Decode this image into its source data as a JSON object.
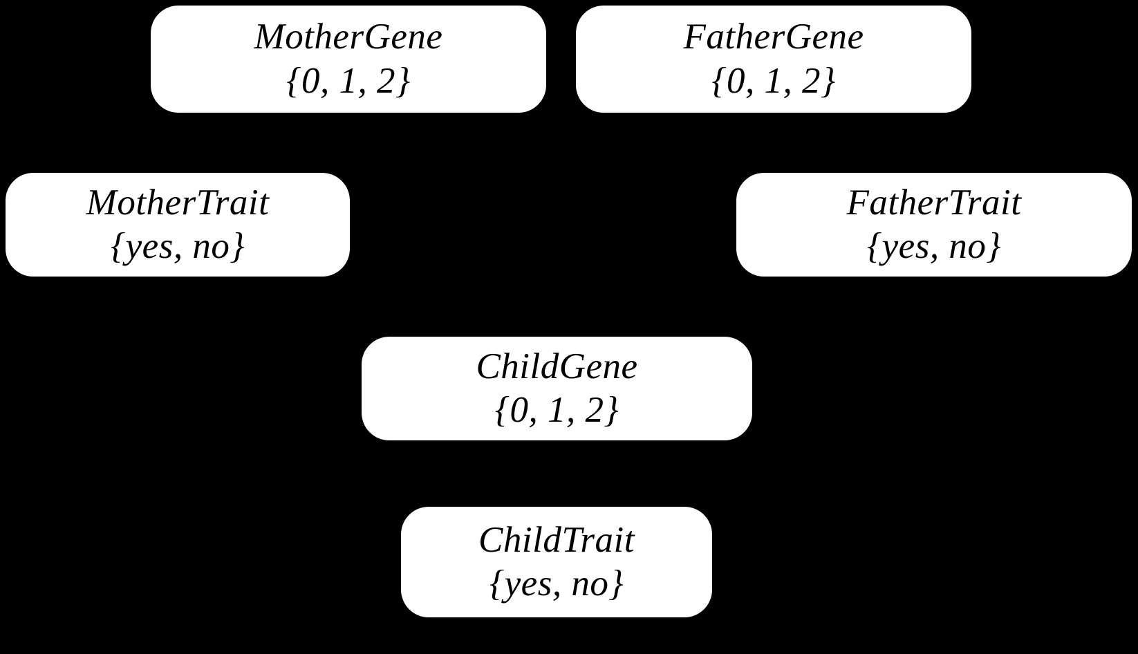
{
  "diagram": {
    "type": "bayesian-network",
    "title": "",
    "background_color": "#000000",
    "node_fill_color": "#ffffff",
    "node_text_color": "#000000",
    "nodes": [
      {
        "id": "mother-gene",
        "name": "MotherGene",
        "domain": "{0, 1, 2}",
        "domain_values": [
          "0",
          "1",
          "2"
        ]
      },
      {
        "id": "father-gene",
        "name": "FatherGene",
        "domain": "{0, 1, 2}",
        "domain_values": [
          "0",
          "1",
          "2"
        ]
      },
      {
        "id": "mother-trait",
        "name": "MotherTrait",
        "domain": "{yes, no}",
        "domain_values": [
          "yes",
          "no"
        ]
      },
      {
        "id": "father-trait",
        "name": "FatherTrait",
        "domain": "{yes, no}",
        "domain_values": [
          "yes",
          "no"
        ]
      },
      {
        "id": "child-gene",
        "name": "ChildGene",
        "domain": "{0, 1, 2}",
        "domain_values": [
          "0",
          "1",
          "2"
        ]
      },
      {
        "id": "child-trait",
        "name": "ChildTrait",
        "domain": "{yes, no}",
        "domain_values": [
          "yes",
          "no"
        ]
      }
    ]
  }
}
